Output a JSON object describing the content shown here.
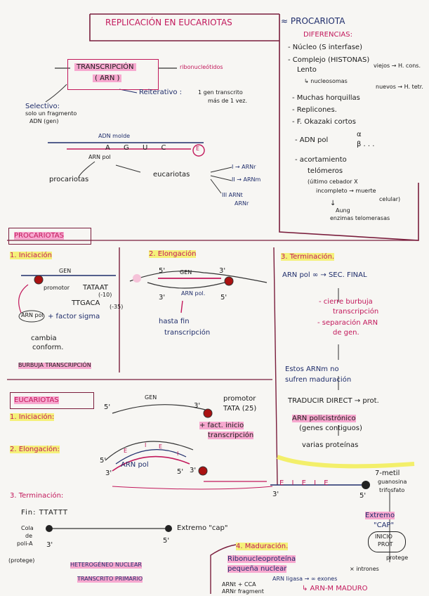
{
  "title": "REPLICACIÓN EN EUCARIOTAS",
  "compare": {
    "head": "≈ PROCARIOTA",
    "sub": "DIFERENCIAS:",
    "items": [
      "- Núcleo (S interfase)",
      "- Complejo (HISTONAS)",
      "Lento",
      "viejos → H. cons.",
      "↳ nucleosomas",
      "nuevos → H. tetr.",
      "- Muchas horquillas",
      "- Replicones.",
      "- F. Okazaki cortos",
      "- ADN pol",
      "α",
      "β . . .",
      "- acortamiento",
      "telómeros",
      "(último cebador X",
      "incompleto → muerte",
      "celular)",
      "↓",
      "Aung",
      "enzimas telomerasas"
    ]
  },
  "transcription": {
    "title_line1": "TRANSCRIPCIÓN",
    "title_line2": "( ARN )",
    "ribo": "ribonucleótidos",
    "selectivo": "Selectivo:",
    "selectivo_desc1": "solo un fragmento",
    "selectivo_desc2": "ADN (gen)",
    "reiterativo": "Reiterativo :",
    "reiterativo_desc1": "1 gen transcrito",
    "reiterativo_desc2": "más de 1 vez.",
    "adn_molde": "ADN molde",
    "bases": "A  G  U  C",
    "arn_pol": "ARN pol",
    "e_label": "E",
    "procariotas": "procariotas",
    "eucariotas": "eucariotas",
    "pol_i": "I → ARNr",
    "pol_ii": "II → ARNm",
    "pol_iii_a": "III ARNt",
    "pol_iii_b": "ARNr"
  },
  "prokaryotes": {
    "title": "PROCARIOTAS",
    "init": "1. Iniciación",
    "gen": "GEN",
    "promotor": "promotor",
    "tataat": "TATAAT",
    "tataat_pos": "(-10)",
    "ttgaca": "TTGACA",
    "ttgaca_pos": "(-35)",
    "arnpol": "ARN pol",
    "factor": "+ factor sigma",
    "cambia": "cambia",
    "conform": "conform.",
    "burbuja": "BURBUJA TRANSCRIPCIÓN",
    "elong": "2. Elongación",
    "five": "5'",
    "three": "3'",
    "gen2": "GEN",
    "arnpol2": "ARN pol.",
    "hasta1": "hasta fin",
    "hasta2": "transcripción",
    "term": "3. Terminación.",
    "arnpol_sec": "ARN pol ∞ → SEC. FINAL",
    "cierre1": "- cierre burbuja",
    "cierre2": "transcripción",
    "separ1": "- separación ARN",
    "separ2": "de gen.",
    "estos1": "Estos ARNm no",
    "estos2": "sufren maduración",
    "traducir": "TRADUCIR DIRECT → prot.",
    "poli1": "ARN policistrónico",
    "poli2": "(genes contiguos)",
    "poli3": "varias proteínas"
  },
  "eukaryotes": {
    "title": "EUCARIOTAS",
    "init": "1. Iniciación:",
    "five": "5'",
    "three": "3'",
    "gen": "GEN",
    "promotor": "promotor",
    "tata": "TATA (25)",
    "fact1": "+ fact. inicio",
    "fact2": "transcripción",
    "elong": "2. Elongación:",
    "arnpol": "ARN pol",
    "exon_label": "E",
    "intron_label": "I",
    "strand": "E  I  E  I  E",
    "metil1": "7-metil",
    "metil2": "guanosina",
    "metil3": "trifosfato",
    "extremo_cap1": "Extremo",
    "extremo_cap2": "\"CAP\"",
    "inicio_prot1": "INICIO",
    "inicio_prot2": "PROT",
    "protege_r": "protege",
    "term": "3. Terminación:",
    "fin": "Fin: TTATTT",
    "cola1": "Cola",
    "cola2": "de",
    "cola3": "poli-A",
    "protege_l": "(protege)",
    "extremo_cap": "Extremo \"cap\"",
    "hnrna1": "HETEROGÉNEO NUCLEAR",
    "hnrna2": "TRANSCRITO PRIMARIO",
    "madur": "4. Maduración.",
    "ribo1": "Ribonucleoproteína",
    "ribo2": "pequeña nuclear",
    "intrones": "× intrones",
    "ligasa": "ARN ligasa → ∞ exones",
    "arn_cca": "ARNt + CCA",
    "arnr_frag": "ARNr fragment",
    "arnm_maduro": "↳ ARN-M MADURO"
  }
}
